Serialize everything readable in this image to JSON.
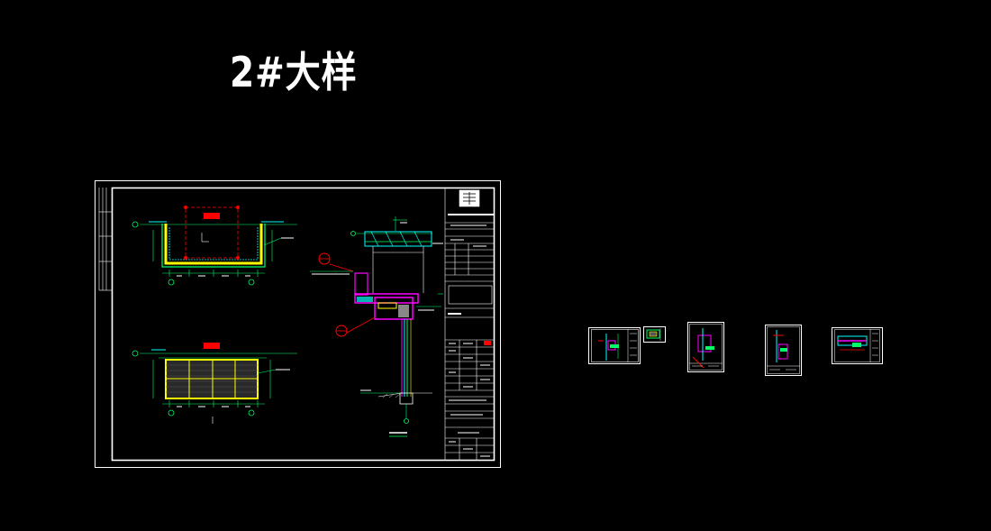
{
  "title": "2#大样",
  "colors": {
    "background": "#000000",
    "frame": "#ffffff",
    "title_text": "#ffffff",
    "dimension": "#00ff66",
    "highlight": "#ff0000",
    "hatch": "#ffff00",
    "element": "#00ffff",
    "callout": "#ff00ff"
  },
  "thumbnails": [
    {
      "name": "thumbnail-1",
      "icon": "cad-sheet-thumbnail"
    },
    {
      "name": "thumbnail-2",
      "icon": "cad-sheet-thumbnail"
    },
    {
      "name": "thumbnail-3",
      "icon": "cad-sheet-thumbnail"
    },
    {
      "name": "thumbnail-4",
      "icon": "cad-sheet-thumbnail"
    },
    {
      "name": "thumbnail-5",
      "icon": "cad-sheet-thumbnail"
    }
  ]
}
